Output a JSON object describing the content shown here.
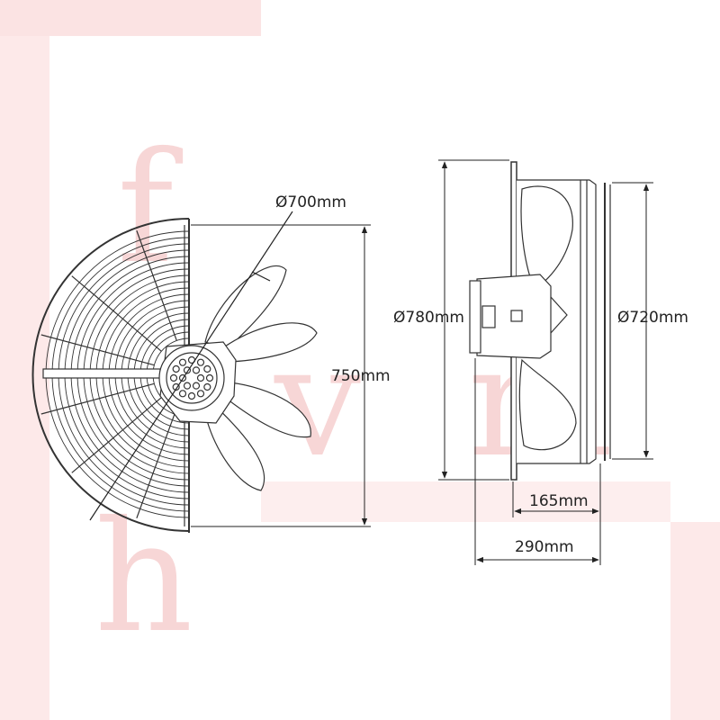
{
  "watermark": {
    "letters": [
      "f",
      "v",
      "m",
      "h"
    ],
    "color": "#f5cccc"
  },
  "dimensions": {
    "impeller_diameter": "Ø700mm",
    "grill_height": "750mm",
    "outer_flange_diameter": "Ø780mm",
    "housing_diameter": "Ø720mm",
    "housing_depth": "165mm",
    "total_depth": "290mm"
  },
  "colors": {
    "line": "#333333",
    "dimension_line": "#222222"
  }
}
